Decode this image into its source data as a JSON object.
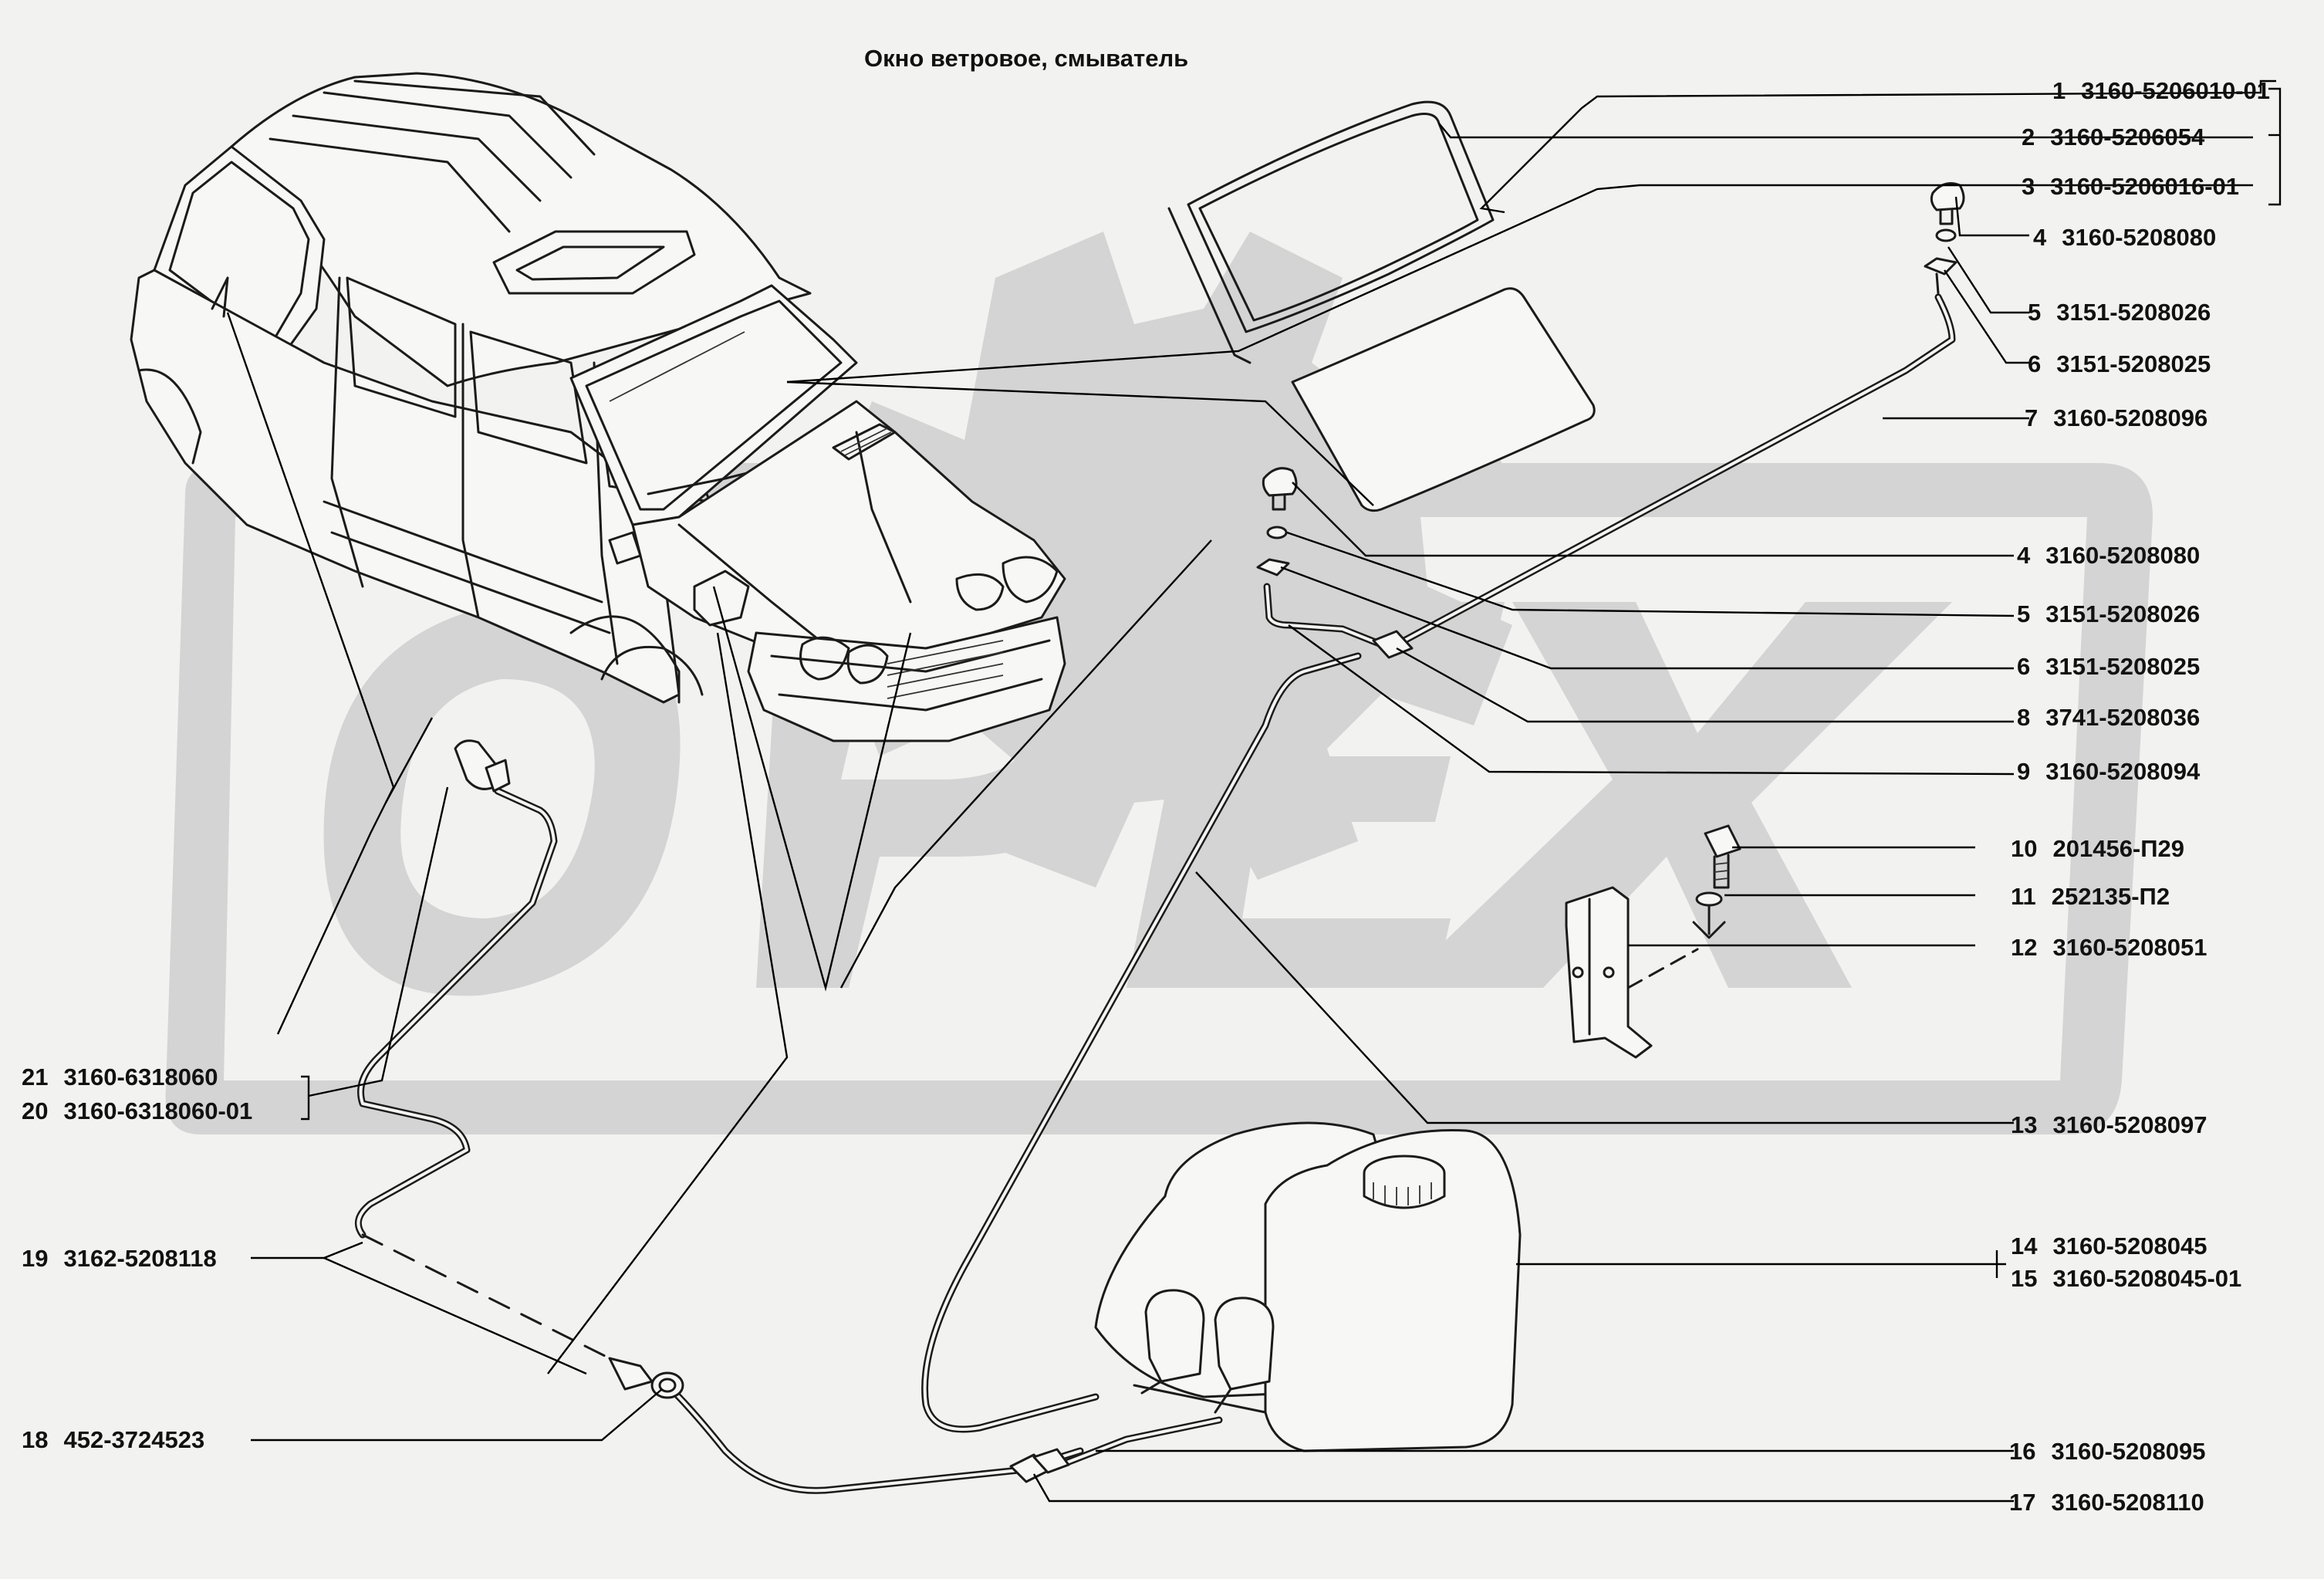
{
  "title": "Окно ветровое, смыватель",
  "parts": [
    {
      "num": "1",
      "code": "3160-5206010-01"
    },
    {
      "num": "2",
      "code": "3160-5206054"
    },
    {
      "num": "3",
      "code": "3160-5206016-01"
    },
    {
      "num": "4",
      "code": "3160-5208080"
    },
    {
      "num": "5",
      "code": "3151-5208026"
    },
    {
      "num": "6",
      "code": "3151-5208025"
    },
    {
      "num": "7",
      "code": "3160-5208096"
    },
    {
      "num": "4",
      "code": "3160-5208080"
    },
    {
      "num": "5",
      "code": "3151-5208026"
    },
    {
      "num": "6",
      "code": "3151-5208025"
    },
    {
      "num": "8",
      "code": "3741-5208036"
    },
    {
      "num": "9",
      "code": "3160-5208094"
    },
    {
      "num": "10",
      "code": "201456-П29"
    },
    {
      "num": "11",
      "code": "252135-П2"
    },
    {
      "num": "12",
      "code": "3160-5208051"
    },
    {
      "num": "13",
      "code": "3160-5208097"
    },
    {
      "num": "14",
      "code": "3160-5208045"
    },
    {
      "num": "15",
      "code": "3160-5208045-01"
    },
    {
      "num": "16",
      "code": "3160-5208095"
    },
    {
      "num": "17",
      "code": "3160-5208110"
    },
    {
      "num": "21",
      "code": "3160-6318060"
    },
    {
      "num": "20",
      "code": "3160-6318060-01"
    },
    {
      "num": "19",
      "code": "3162-5208118"
    },
    {
      "num": "18",
      "code": "452-3724523"
    }
  ],
  "watermark": {
    "text": "OPEX",
    "color": "#d4d4d4"
  }
}
